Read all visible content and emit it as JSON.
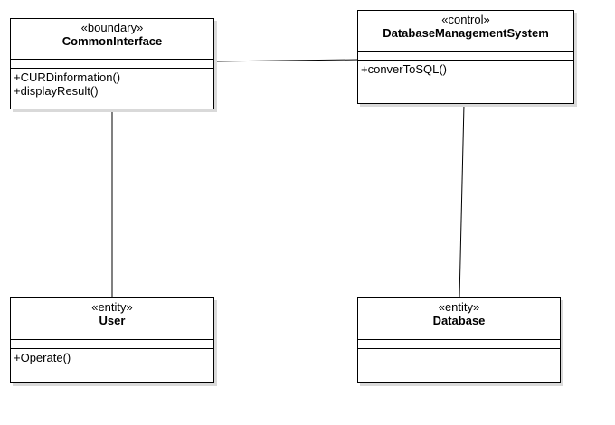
{
  "classes": {
    "common_interface": {
      "stereotype": "«boundary»",
      "name": "CommonInterface",
      "operations": [
        "+CURDinformation()",
        "+displayResult()"
      ]
    },
    "dbms": {
      "stereotype": "«control»",
      "name": "DatabaseManagementSystem",
      "operations": [
        "+converToSQL()"
      ]
    },
    "user": {
      "stereotype": "«entity»",
      "name": "User",
      "operations": [
        "+Operate()"
      ]
    },
    "database": {
      "stereotype": "«entity»",
      "name": "Database",
      "operations": []
    }
  },
  "associations": [
    {
      "from": "common_interface",
      "to": "dbms"
    },
    {
      "from": "common_interface",
      "to": "user"
    },
    {
      "from": "dbms",
      "to": "database"
    }
  ],
  "colors": {
    "line": "#000000",
    "box_fill": "#ffffff",
    "shadow": "#d9d9d9"
  }
}
